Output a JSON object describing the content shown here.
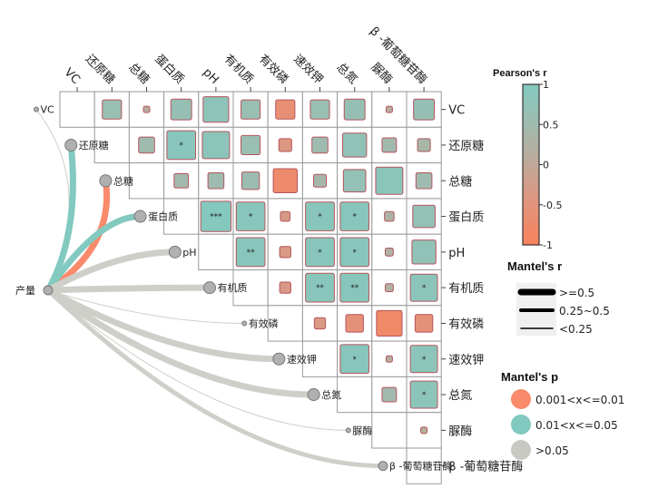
{
  "chart_data": {
    "type": "heatmap",
    "variables": [
      "VC",
      "还原糖",
      "总糖",
      "蛋白质",
      "pH",
      "有机质",
      "有效磷",
      "速效钾",
      "总氮",
      "脲酶",
      "β -葡萄糖苷酶"
    ],
    "layout": "upper-triangle",
    "pearson_r": [
      [
        null,
        0.6,
        0.15,
        0.65,
        0.8,
        0.6,
        -0.6,
        0.6,
        0.65,
        0.1,
        0.65
      ],
      [
        null,
        null,
        0.5,
        0.9,
        0.85,
        0.6,
        -0.4,
        0.5,
        0.75,
        0.45,
        0.4
      ],
      [
        null,
        null,
        null,
        0.45,
        0.5,
        0.55,
        -0.75,
        0.4,
        0.7,
        0.85,
        0.5
      ],
      [
        null,
        null,
        null,
        null,
        0.95,
        0.9,
        -0.3,
        0.9,
        0.9,
        0.3,
        0.7
      ],
      [
        null,
        null,
        null,
        null,
        null,
        0.9,
        -0.35,
        0.9,
        0.9,
        0.25,
        0.75
      ],
      [
        null,
        null,
        null,
        null,
        null,
        null,
        -0.35,
        0.9,
        0.9,
        0.25,
        0.85
      ],
      [
        null,
        null,
        null,
        null,
        null,
        null,
        null,
        -0.35,
        -0.55,
        -0.8,
        -0.55
      ],
      [
        null,
        null,
        null,
        null,
        null,
        null,
        null,
        null,
        0.9,
        0.15,
        0.85
      ],
      [
        null,
        null,
        null,
        null,
        null,
        null,
        null,
        null,
        null,
        0.45,
        0.85
      ],
      [
        null,
        null,
        null,
        null,
        null,
        null,
        null,
        null,
        null,
        null,
        0.15
      ],
      [
        null,
        null,
        null,
        null,
        null,
        null,
        null,
        null,
        null,
        null,
        null
      ]
    ],
    "significance": [
      [
        "",
        "",
        "",
        "",
        "",
        "",
        "",
        "",
        "",
        "",
        ""
      ],
      [
        "",
        "",
        "",
        "*",
        "",
        "",
        "",
        "",
        "",
        "",
        ""
      ],
      [
        "",
        "",
        "",
        "",
        "",
        "",
        "",
        "",
        "",
        "",
        ""
      ],
      [
        "",
        "",
        "",
        "",
        "***",
        "*",
        "",
        "*",
        "*",
        "",
        ""
      ],
      [
        "",
        "",
        "",
        "",
        "",
        "**",
        "",
        "*",
        "*",
        "",
        ""
      ],
      [
        "",
        "",
        "",
        "",
        "",
        "",
        "",
        "**",
        "**",
        "",
        "*"
      ],
      [
        "",
        "",
        "",
        "",
        "",
        "",
        "",
        "",
        "",
        "",
        ""
      ],
      [
        "",
        "",
        "",
        "",
        "",
        "",
        "",
        "",
        "*",
        "",
        "*"
      ],
      [
        "",
        "",
        "",
        "",
        "",
        "",
        "",
        "",
        "",
        "",
        "*"
      ],
      [
        "",
        "",
        "",
        "",
        "",
        "",
        "",
        "",
        "",
        "",
        ""
      ],
      [
        "",
        "",
        "",
        "",
        "",
        "",
        "",
        "",
        "",
        "",
        ""
      ]
    ],
    "colorscale": {
      "title": "Pearson's r",
      "range": [
        -1,
        1
      ],
      "ticks": [
        "1",
        "0.5",
        "0",
        "-0.5",
        "-1"
      ],
      "stops": [
        "#f7825c",
        "#e3937b",
        "#c0a898",
        "#9fbbaf",
        "#82c9bf"
      ]
    },
    "mantel": {
      "source": "产量",
      "links": [
        {
          "target": "VC",
          "r_class": "<0.25",
          "p_class": ">0.05"
        },
        {
          "target": "还原糖",
          "r_class": ">=0.5",
          "p_class": "0.01<x<=0.05"
        },
        {
          "target": "总糖",
          "r_class": ">=0.5",
          "p_class": "0.001<x<=0.01"
        },
        {
          "target": "蛋白质",
          "r_class": ">=0.5",
          "p_class": "0.01<x<=0.05"
        },
        {
          "target": "pH",
          "r_class": ">=0.5",
          "p_class": ">0.05"
        },
        {
          "target": "有机质",
          "r_class": ">=0.5",
          "p_class": ">0.05"
        },
        {
          "target": "有效磷",
          "r_class": "<0.25",
          "p_class": ">0.05"
        },
        {
          "target": "速效钾",
          "r_class": ">=0.5",
          "p_class": ">0.05"
        },
        {
          "target": "总氮",
          "r_class": ">=0.5",
          "p_class": ">0.05"
        },
        {
          "target": "脲酶",
          "r_class": "<0.25",
          "p_class": ">0.05"
        },
        {
          "target": "β -葡萄糖苷酶",
          "r_class": "0.25~0.5",
          "p_class": ">0.05"
        }
      ]
    },
    "legend_mantel_r": {
      "title": "Mantel's r",
      "items": [
        ">=0.5",
        "0.25~0.5",
        "<0.25"
      ]
    },
    "legend_mantel_p": {
      "title": "Mantel's p",
      "items": [
        {
          "label": "0.001<x<=0.01",
          "color": "#f98b6c"
        },
        {
          "label": "0.01<x<=0.05",
          "color": "#82c9bf"
        },
        {
          "label": ">0.05",
          "color": "#c9c9c4"
        }
      ]
    }
  }
}
